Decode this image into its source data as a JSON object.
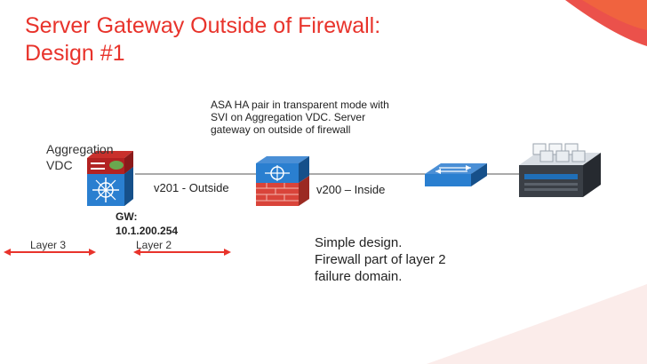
{
  "slide": {
    "title_line1": "Server Gateway Outside of Firewall:",
    "title_line2": "Design #1",
    "note_line1": "ASA HA pair in transparent mode with",
    "note_line2": "SVI on Aggregation VDC. Server",
    "note_line3": "gateway on outside of firewall",
    "aggregation_line1": "Aggregation",
    "aggregation_line2": "VDC",
    "vlan_outside": "v201 - Outside",
    "vlan_inside": "v200 – Inside",
    "gw_label": "GW:",
    "gw_ip": "10.1.200.254",
    "layer3": "Layer 3",
    "layer2": "Layer 2",
    "summary_line1": "Simple design.",
    "summary_line2": "Firewall part of layer 2",
    "summary_line3": "failure domain."
  },
  "colors": {
    "accent": "#e8332b",
    "device_blue": "#1f6fb8",
    "arrow_red": "#e8332b"
  },
  "icons": {
    "aggregation": "nexus-switch-icon",
    "firewall": "asa-firewall-icon",
    "access": "layer2-switch-icon",
    "servers": "server-cluster-icon"
  }
}
